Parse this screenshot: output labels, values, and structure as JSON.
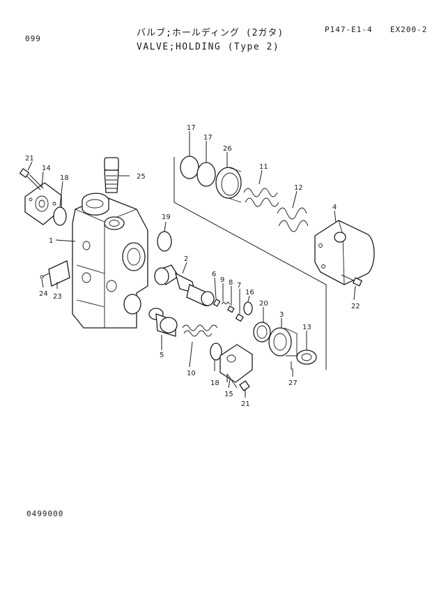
{
  "header": {
    "page_number": "099",
    "title_jp": "バルブ;ホールディング (2ガタ)",
    "title_en": "VALVE;HOLDING (Type 2)",
    "reference": "P147-E1-4",
    "model": "EX200-2"
  },
  "footer": {
    "code": "0499000"
  },
  "callouts": {
    "c1": "1",
    "c2": "2",
    "c3": "3",
    "c4": "4",
    "c5": "5",
    "c6": "6",
    "c7": "7",
    "c8": "8",
    "c9": "9",
    "c10": "10",
    "c11": "11",
    "c12": "12",
    "c13": "13",
    "c14": "14",
    "c15": "15",
    "c16": "16",
    "c17a": "17",
    "c17b": "17",
    "c18a": "18",
    "c18b": "18",
    "c19": "19",
    "c20": "20",
    "c21a": "21",
    "c21b": "21",
    "c22": "22",
    "c23": "23",
    "c24": "24",
    "c25": "25",
    "c26": "26",
    "c27": "27"
  }
}
